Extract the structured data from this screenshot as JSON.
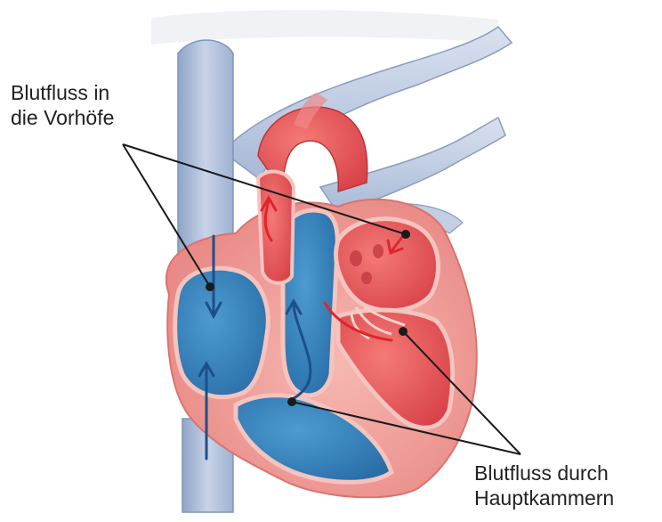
{
  "labels": {
    "atria_line1": "Blutfluss in",
    "atria_line2": "die Vorhöfe",
    "ventricles_line1": "Blutfluss durch",
    "ventricles_line2": "Hauptkammern"
  },
  "colors": {
    "deoxygenated_blue": "#3a86bf",
    "oxygenated_red": "#e8585c",
    "vessel_blue_light": "#b9c8e0",
    "vessel_red": "#e35c60",
    "myocardium_pink": "#f2a7a3",
    "arrow_blue": "#1d4f8a",
    "arrow_red": "#e0252d",
    "leader_line": "#1a1a1a"
  },
  "icons": [
    "heart-cross-section-illustration"
  ]
}
